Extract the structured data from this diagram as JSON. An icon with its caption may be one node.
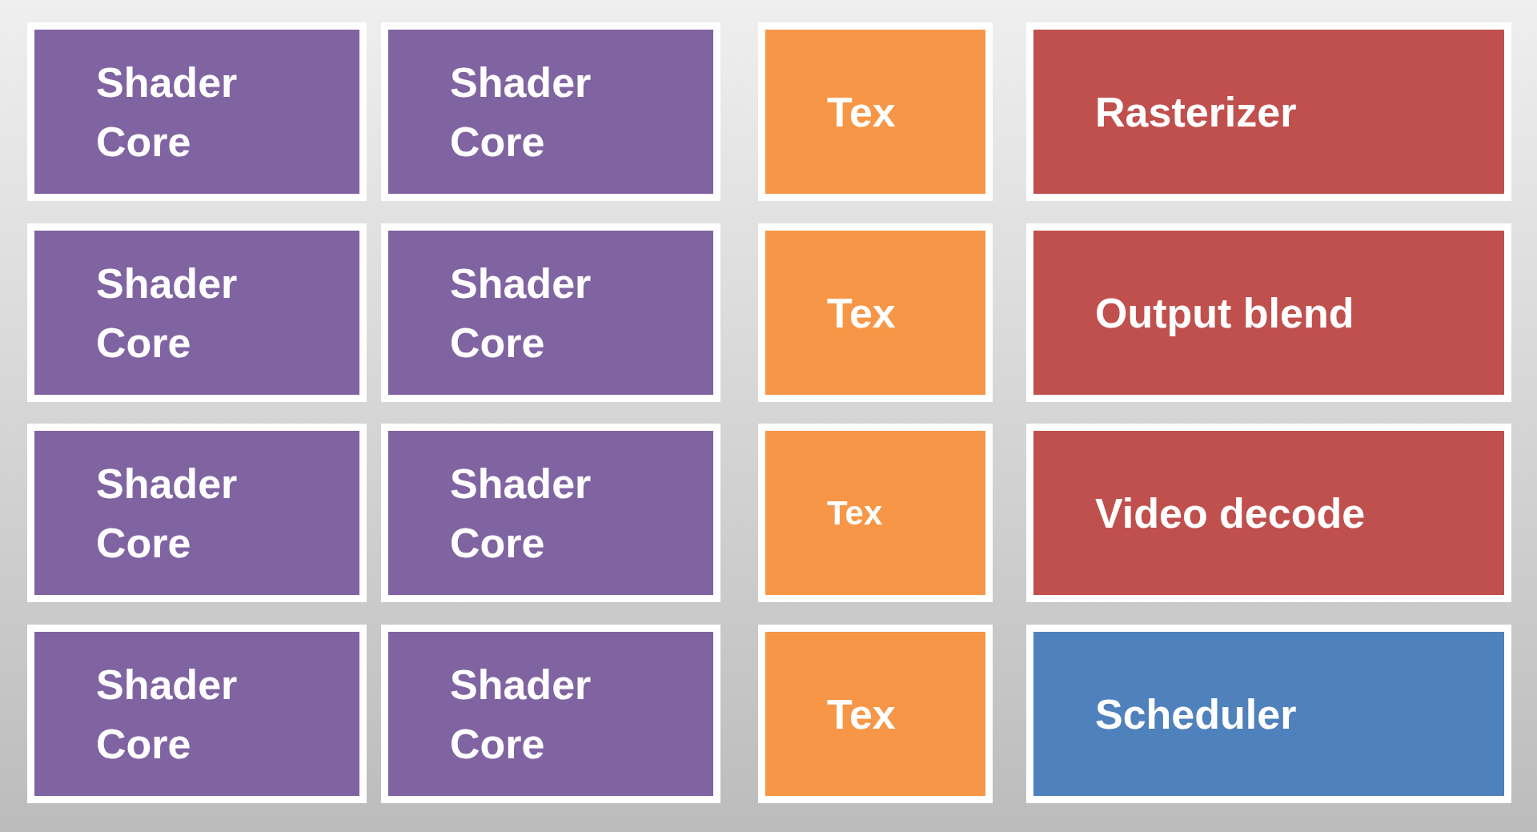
{
  "diagram": {
    "nodes": [
      {
        "text": [
          "Shader Core"
        ]
      },
      {
        "text": [
          "Shader Core"
        ]
      },
      {
        "text": [
          "Tex"
        ]
      },
      {
        "text": [
          "Rasterizer"
        ]
      },
      {
        "text": [
          "Shader Core"
        ]
      },
      {
        "text": [
          "Shader Core"
        ]
      },
      {
        "text": [
          "Tex"
        ]
      },
      {
        "text": [
          "Output blend"
        ]
      },
      {
        "text": [
          "Shader Core"
        ]
      },
      {
        "text": [
          "Shader Core"
        ]
      },
      {
        "text": [
          "Tex"
        ]
      },
      {
        "text": [
          "Video decode"
        ]
      },
      {
        "text": [
          "Shader Core"
        ]
      },
      {
        "text": [
          "Shader Core"
        ]
      },
      {
        "text": [
          "Tex"
        ]
      },
      {
        "text": [
          "Scheduler"
        ]
      }
    ],
    "edges": []
  }
}
